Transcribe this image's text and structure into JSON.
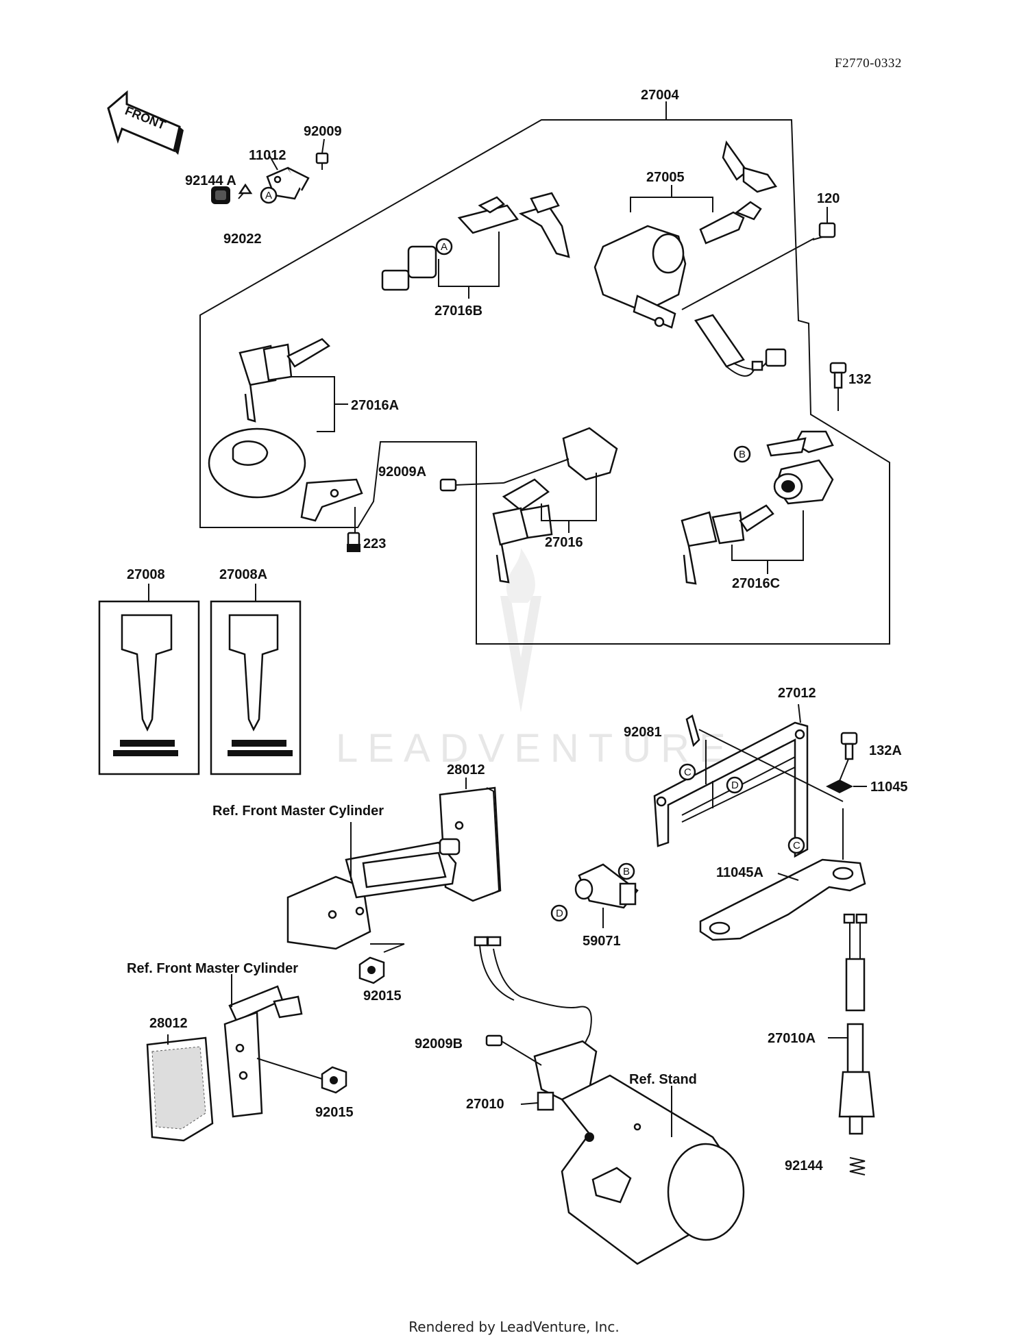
{
  "header": {
    "figure_ref": "F2770-0332"
  },
  "direction_arrow": {
    "label": "FRONT"
  },
  "watermark": {
    "text": "LEADVENTURE"
  },
  "parts": {
    "p27004": "27004",
    "p92009": "92009",
    "p11012": "11012",
    "p92144A": "92144 A",
    "p92022": "92022",
    "p27005": "27005",
    "p120": "120",
    "p27016B": "27016B",
    "p27016A": "27016A",
    "p132": "132",
    "p92009A": "92009A",
    "p27016": "27016",
    "p27016C": "27016C",
    "p223": "223",
    "p27008": "27008",
    "p27008A": "27008A",
    "p27012": "27012",
    "p92081": "92081",
    "p132A": "132A",
    "p11045": "11045",
    "p28012_top": "28012",
    "p11045A": "11045A",
    "p59071": "59071",
    "p92015_top": "92015",
    "p28012_bottom": "28012",
    "p92015_bottom": "92015",
    "p92009B": "92009B",
    "p27010": "27010",
    "p27010A": "27010A",
    "p92144": "92144"
  },
  "refs": {
    "master_cyl_top": "Ref. Front Master Cylinder",
    "master_cyl_bottom": "Ref. Front Master Cylinder",
    "stand": "Ref. Stand"
  },
  "callouts": {
    "a1": "A",
    "a2": "A",
    "b1": "B",
    "b2": "B",
    "c1": "C",
    "c2": "C",
    "d1": "D",
    "d2": "D"
  },
  "footer": {
    "credit": "Rendered by LeadVenture, Inc."
  }
}
